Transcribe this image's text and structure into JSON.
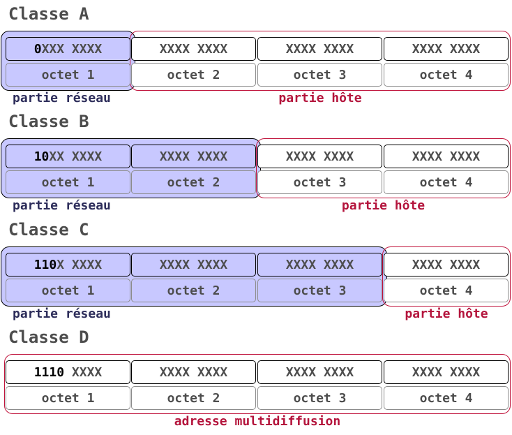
{
  "colors": {
    "title": "#4d4d4d",
    "network_fill": "#c8c8ff",
    "network_border": "#000000",
    "host_border": "#c0143c",
    "network_caption": "#2d2d5a",
    "host_caption": "#b4143c"
  },
  "classes": [
    {
      "title": "Classe A",
      "network_octets": 1,
      "octets": [
        {
          "prefix": "0",
          "rest": "XXX XXXX",
          "label": "octet 1"
        },
        {
          "prefix": "",
          "rest": "XXXX XXXX",
          "label": "octet 2"
        },
        {
          "prefix": "",
          "rest": "XXXX XXXX",
          "label": "octet 3"
        },
        {
          "prefix": "",
          "rest": "XXXX XXXX",
          "label": "octet 4"
        }
      ],
      "network_caption": "partie réseau",
      "host_caption": "partie hôte"
    },
    {
      "title": "Classe B",
      "network_octets": 2,
      "octets": [
        {
          "prefix": "10",
          "rest": "XX XXXX",
          "label": "octet 1"
        },
        {
          "prefix": "",
          "rest": "XXXX XXXX",
          "label": "octet 2"
        },
        {
          "prefix": "",
          "rest": "XXXX XXXX",
          "label": "octet 3"
        },
        {
          "prefix": "",
          "rest": "XXXX XXXX",
          "label": "octet 4"
        }
      ],
      "network_caption": "partie réseau",
      "host_caption": "partie hôte"
    },
    {
      "title": "Classe C",
      "network_octets": 3,
      "octets": [
        {
          "prefix": "110",
          "rest": "X XXXX",
          "label": "octet 1"
        },
        {
          "prefix": "",
          "rest": "XXXX XXXX",
          "label": "octet 2"
        },
        {
          "prefix": "",
          "rest": "XXXX XXXX",
          "label": "octet 3"
        },
        {
          "prefix": "",
          "rest": "XXXX XXXX",
          "label": "octet 4"
        }
      ],
      "network_caption": "partie réseau",
      "host_caption": "partie hôte"
    },
    {
      "title": "Classe D",
      "network_octets": 0,
      "octets": [
        {
          "prefix": "1110",
          "rest": " XXXX",
          "label": "octet 1"
        },
        {
          "prefix": "",
          "rest": "XXXX XXXX",
          "label": "octet 2"
        },
        {
          "prefix": "",
          "rest": "XXXX XXXX",
          "label": "octet 3"
        },
        {
          "prefix": "",
          "rest": "XXXX XXXX",
          "label": "octet 4"
        }
      ],
      "network_caption": "",
      "host_caption": "adresse multidiffusion"
    }
  ]
}
